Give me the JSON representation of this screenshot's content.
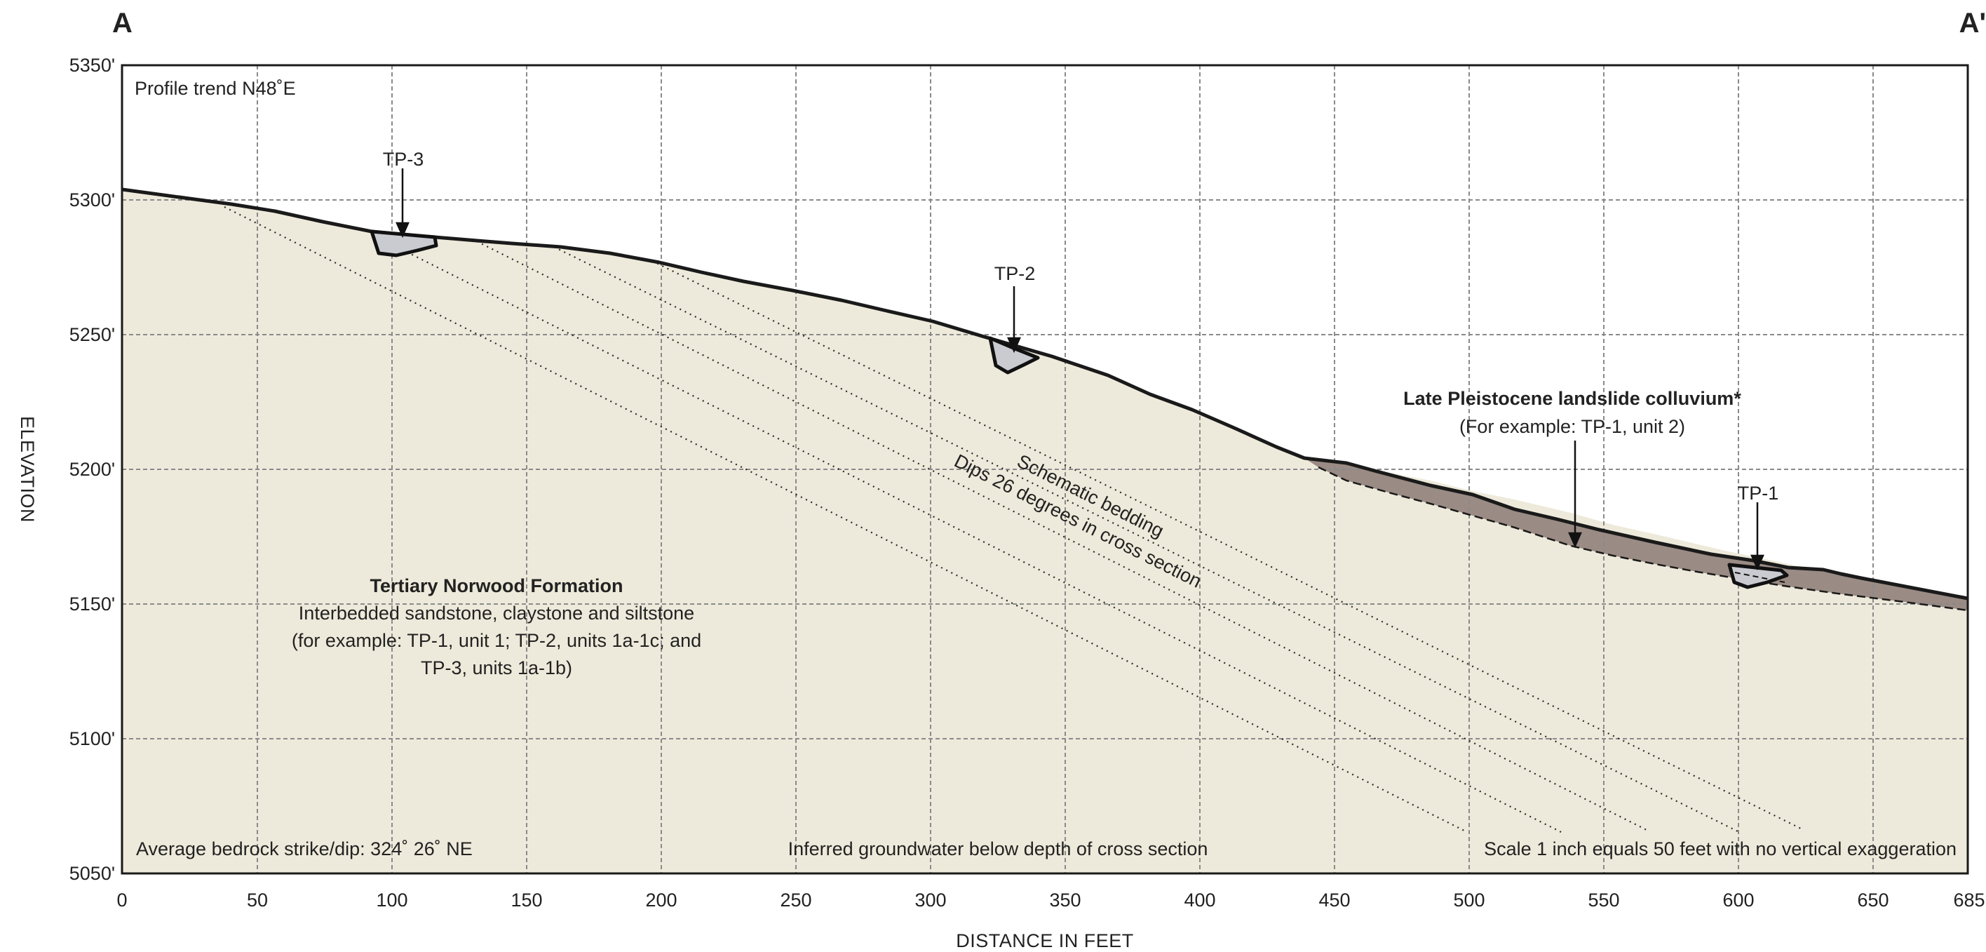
{
  "labels": {
    "left_end": "A",
    "right_end": "A'",
    "profile_trend": "Profile trend N48˚E",
    "x_axis_title": "DISTANCE IN FEET",
    "y_axis_title": "ELEVATION",
    "bedrock_note": "Average bedrock strike/dip: 324˚ 26˚ NE",
    "groundwater_note": "Inferred groundwater below depth of cross section",
    "scale_note": "Scale 1 inch equals 50 feet with no vertical exaggeration"
  },
  "units": [
    {
      "title": "Tertiary Norwood Formation",
      "lines": [
        "Interbedded sandstone, claystone and siltstone",
        "(for example: TP-1, unit 1; TP-2, units 1a-1c; and",
        "TP-3, units 1a-1b)"
      ]
    },
    {
      "title": "Late Pleistocene landslide colluvium*",
      "lines": [
        "(For example: TP-1, unit 2)"
      ]
    }
  ],
  "bedding": {
    "line1": "Schematic bedding",
    "line2": "Dips 26 degrees in cross section"
  },
  "test_pits": [
    {
      "label": "TP-3",
      "x": 104,
      "elev": 5287
    },
    {
      "label": "TP-2",
      "x": 331,
      "elev": 5245
    },
    {
      "label": "TP-1",
      "x": 608,
      "elev": 5162
    }
  ],
  "axes": {
    "x_ticks": [
      "0",
      "50",
      "100",
      "150",
      "200",
      "250",
      "300",
      "350",
      "400",
      "450",
      "500",
      "550",
      "600",
      "650",
      "685"
    ],
    "y_ticks": [
      "5050'",
      "5100'",
      "5150'",
      "5200'",
      "5250'",
      "5300'",
      "5350'"
    ],
    "x_range": [
      0,
      685
    ],
    "y_range": [
      5050,
      5350
    ]
  },
  "colors": {
    "bedrock": "#eeeadb",
    "colluvium": "#9a8b84",
    "pit_fill": "#c9cbd0",
    "grid": "#8a8a8a",
    "ground_line": "#1a1a1a"
  }
}
